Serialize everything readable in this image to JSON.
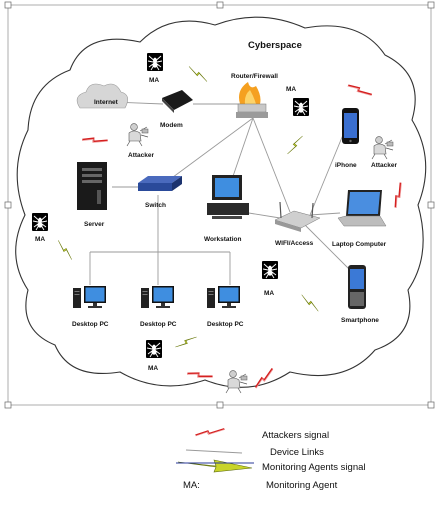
{
  "diagram": {
    "title": "Cyberspace",
    "labels": {
      "internet": "Internet",
      "modem": "Modem",
      "router": "Router/Firewall",
      "server": "Server",
      "switch": "Switch",
      "workstation": "Workstation",
      "wifi": "WIFI/Access",
      "iphone": "iPhone",
      "laptop": "Laptop Computer",
      "smartphone": "Smartphone",
      "desktop1": "Desktop PC",
      "desktop2": "Desktop PC",
      "desktop3": "Desktop PC",
      "attacker1": "Attacker",
      "attacker2": "Attacker",
      "ma": "MA"
    }
  },
  "legend": {
    "attackers_signal": "Attackers signal",
    "device_links": "Device Links",
    "monitoring_signal": "Monitoring Agents signal",
    "ma_prefix": "MA:",
    "monitoring_agent": "Monitoring Agent"
  },
  "colors": {
    "attack_signal": "#d42020",
    "monitoring_signal": "#c8d42a",
    "link": "#9a9a9a",
    "router_flame": "#f5a020",
    "switch_blue": "#2a4a9a"
  }
}
